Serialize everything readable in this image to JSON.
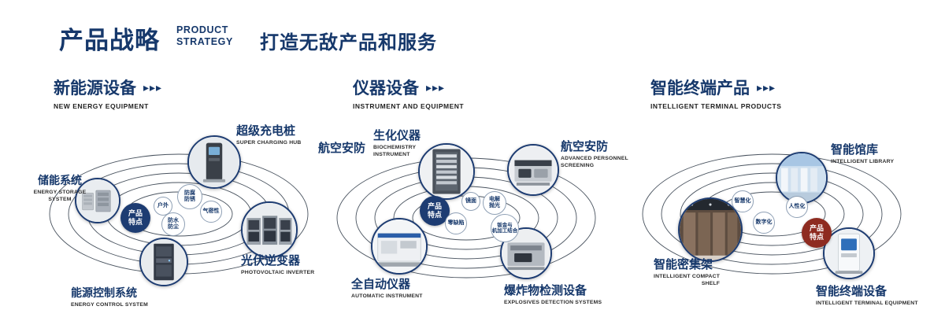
{
  "icons": {
    "triple_arrow": "▸▸▸"
  },
  "colors": {
    "navy": "#16386b",
    "badge_navy": "#1d3c72",
    "badge_red": "#8e2b20"
  },
  "header": {
    "title_cn": "产品战略",
    "title_en": [
      "PRODUCT",
      "STRATEGY"
    ],
    "slogan": "打造无敌产品和服务"
  },
  "sections": [
    {
      "title_cn": "新能源设备",
      "title_en": "NEW ENERGY EQUIPMENT",
      "badge": {
        "l1": "产品",
        "l2": "特点"
      },
      "badge_color": "#1d3c72",
      "features": {
        "outdoor": "户外",
        "anticorrosion_l1": "防腐",
        "anticorrosion_l2": "防锈",
        "airtight": "气密性",
        "waterproof_l1": "防水",
        "waterproof_l2": "防尘"
      },
      "products": {
        "storage": {
          "cn": "储能系统",
          "en_l1": "ENERGY STORAGE",
          "en_l2": "SYSTEM"
        },
        "charging": {
          "cn": "超级充电桩",
          "en_l1": "SUPER CHARGING HUB"
        },
        "inverter": {
          "cn": "光伏逆变器",
          "en_l1": "PHOTOVOLTAIC INVERTER"
        },
        "control": {
          "cn": "能源控制系统",
          "en_l1": "ENERGY CONTROL SYSTEM"
        }
      }
    },
    {
      "title_cn": "仪器设备",
      "title_en": "INSTRUMENT AND EQUIPMENT",
      "badge": {
        "l1": "产品",
        "l2": "特点"
      },
      "badge_color": "#1d3c72",
      "side_label": "航空安防",
      "features": {
        "mirror": "镜面",
        "electropolish_l1": "电解",
        "electropolish_l2": "抛光",
        "zero_defect": "零缺陷",
        "sheetmetal_l1": "钣金与",
        "sheetmetal_l2": "机加工结合"
      },
      "products": {
        "biochem": {
          "cn": "生化仪器",
          "en_l1": "BIOCHEMISTRY",
          "en_l2": "INSTRUMENT"
        },
        "screening": {
          "cn": "航空安防",
          "en_l1": "ADVANCED PERSONNEL",
          "en_l2": "SCREENING"
        },
        "automatic": {
          "cn": "全自动仪器",
          "en_l1": "AUTOMATIC INSTRUMENT"
        },
        "explosives": {
          "cn": "爆炸物检测设备",
          "en_l1": "EXPLOSIVES DETECTION SYSTEMS"
        }
      }
    },
    {
      "title_cn": "智能终端产品",
      "title_en": "INTELLIGENT TERMINAL PRODUCTS",
      "badge": {
        "l1": "产品",
        "l2": "特点"
      },
      "badge_color": "#8e2b20",
      "features": {
        "wisdom": "智慧化",
        "humanized": "人性化",
        "digital": "数字化"
      },
      "products": {
        "library": {
          "cn": "智能馆库",
          "en_l1": "INTELLIGENT LIBRARY"
        },
        "shelf": {
          "cn": "智能密集架",
          "en_l1": "INTELLIGENT COMPACT",
          "en_l2": "SHELF"
        },
        "terminal": {
          "cn": "智能终端设备",
          "en_l1": "INTELLIGENT TERMINAL EQUIPMENT"
        }
      }
    }
  ]
}
